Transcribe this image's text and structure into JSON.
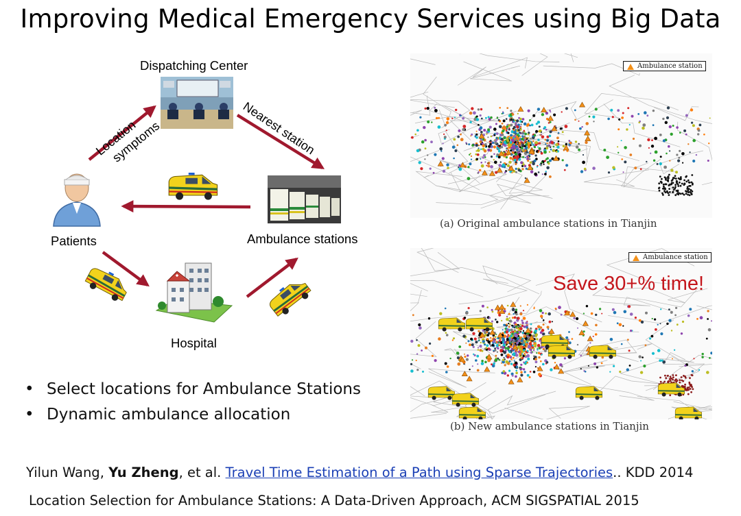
{
  "title": "Improving Medical Emergency Services using Big Data",
  "diagram": {
    "dispatching_center": "Dispatching Center",
    "location_label": "Location",
    "symptoms_label": "symptoms",
    "nearest_station_label": "Nearest station",
    "patients_label": "Patients",
    "ambulance_stations_label": "Ambulance stations",
    "hospital_label": "Hospital",
    "arrow_color": "#a0192e"
  },
  "bullets": [
    "Select locations for Ambulance Stations",
    "Dynamic ambulance allocation"
  ],
  "maps": {
    "top": {
      "legend": "Ambulance station",
      "caption": "(a) Original ambulance stations in Tianjin"
    },
    "bottom": {
      "legend": "Ambulance station",
      "caption": "(b) New ambulance stations in Tianjin",
      "highlight": "Save 30+% time!"
    }
  },
  "references": {
    "ref1_authors_plain": "Yilun Wang, ",
    "ref1_author_bold": "Yu Zheng",
    "ref1_etal": ", et al. ",
    "ref1_link": "Travel Time Estimation of a Path using Sparse Trajectories",
    "ref1_venue": ".. KDD 2014",
    "ref2": "Location Selection for Ambulance Stations: A Data-Driven Approach, ACM SIGSPATIAL 2015"
  },
  "colors": {
    "highlight_red": "#c4161c",
    "link_blue": "#1a3fb5",
    "ambulance_yellow": "#f2d21c",
    "station_marker": "#f39019"
  }
}
